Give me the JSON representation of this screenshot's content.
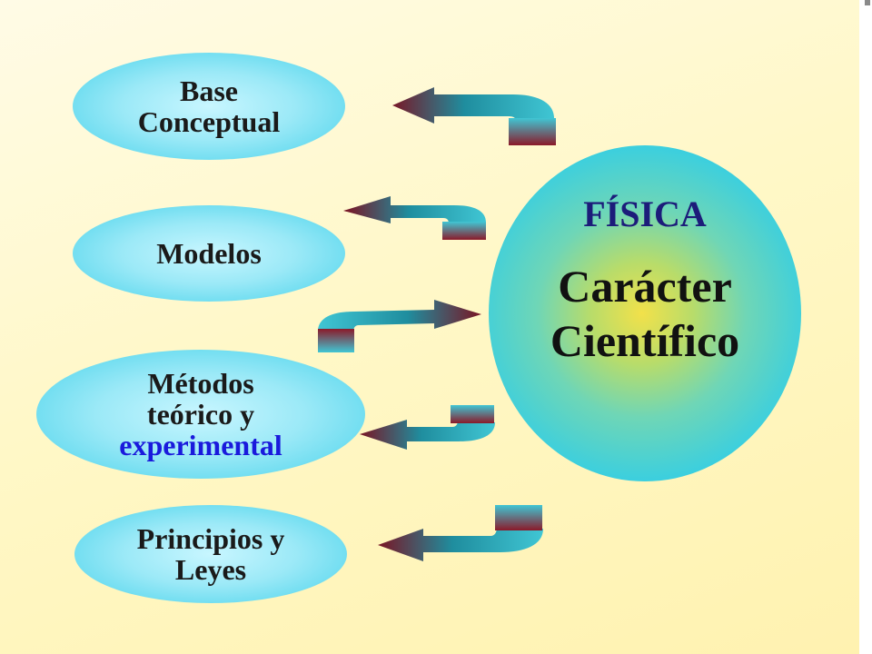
{
  "center": {
    "title": "FÍSICA",
    "subtitle_line1": "Carácter",
    "subtitle_line2": "Científico"
  },
  "nodes": [
    {
      "lines": [
        "Base",
        "Conceptual"
      ]
    },
    {
      "lines": [
        "Modelos"
      ]
    },
    {
      "lines": [
        "Métodos",
        "teórico y",
        "experimental"
      ]
    },
    {
      "lines": [
        "Principios y",
        "Leyes"
      ]
    }
  ],
  "colors": {
    "center_title": "#1c1c7a",
    "highlight_text": "#1a1adc",
    "arrow_body": "#3fb0c0",
    "arrow_tail": "#8b1a2a"
  }
}
